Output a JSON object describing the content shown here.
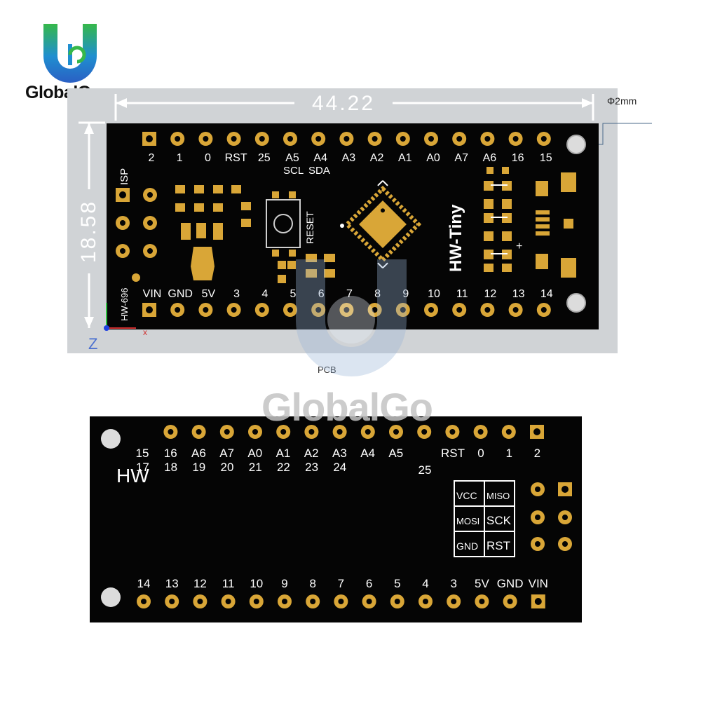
{
  "brand": {
    "name": "GlobalGo"
  },
  "dimensions": {
    "width": "44.22",
    "height": "18.58",
    "hole": "Φ2mm"
  },
  "caption": "PCB",
  "watermark": "GlobalGo",
  "axis_label": "Z",
  "front": {
    "top_pins": [
      "2",
      "1",
      "0",
      "RST",
      "25",
      "A5",
      "A4",
      "A3",
      "A2",
      "A1",
      "A0",
      "A7",
      "A6",
      "16",
      "15"
    ],
    "top_sub_labels": [
      "SCL",
      "SDA"
    ],
    "bottom_pins": [
      "VIN",
      "GND",
      "5V",
      "3",
      "4",
      "5",
      "6",
      "7",
      "8",
      "9",
      "10",
      "11",
      "12",
      "13",
      "14"
    ],
    "isp_label": "ISP",
    "board_id": "HW-696",
    "reset_label": "RESET",
    "title": "HW-Tiny",
    "plus_sign": "+"
  },
  "back": {
    "brand": "HW",
    "top_pins_row1": [
      "15",
      "16",
      "A6",
      "A7",
      "A0",
      "A1",
      "A2",
      "A3",
      "A4",
      "A5",
      "RST",
      "0",
      "1",
      "2"
    ],
    "top_pins_row2": [
      "17",
      "18",
      "19",
      "20",
      "21",
      "22",
      "23",
      "24",
      "25"
    ],
    "bottom_pins": [
      "14",
      "13",
      "12",
      "11",
      "10",
      "9",
      "8",
      "7",
      "6",
      "5",
      "4",
      "3",
      "5V",
      "GND",
      "VIN"
    ],
    "isp_table": [
      [
        "VCC",
        "MISO"
      ],
      [
        "MOSI",
        "SCK"
      ],
      [
        "GND",
        "RST"
      ]
    ]
  }
}
